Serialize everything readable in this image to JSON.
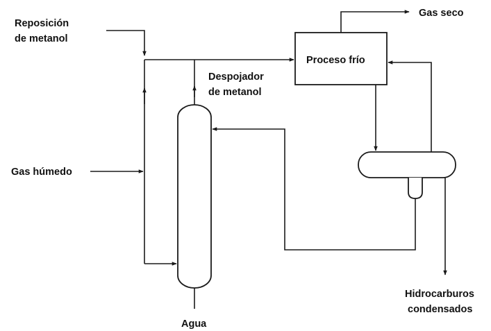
{
  "labels": {
    "methanol_makeup_line1": "Reposición",
    "methanol_makeup_line2": "de metanol",
    "dry_gas": "Gas seco",
    "cold_process": "Proceso frío",
    "methanol_stripper_line1": "Despojador",
    "methanol_stripper_line2": "de metanol",
    "wet_gas": "Gas húmedo",
    "water": "Agua",
    "condensed_hc_line1": "Hidrocarburos",
    "condensed_hc_line2": "condensados"
  }
}
